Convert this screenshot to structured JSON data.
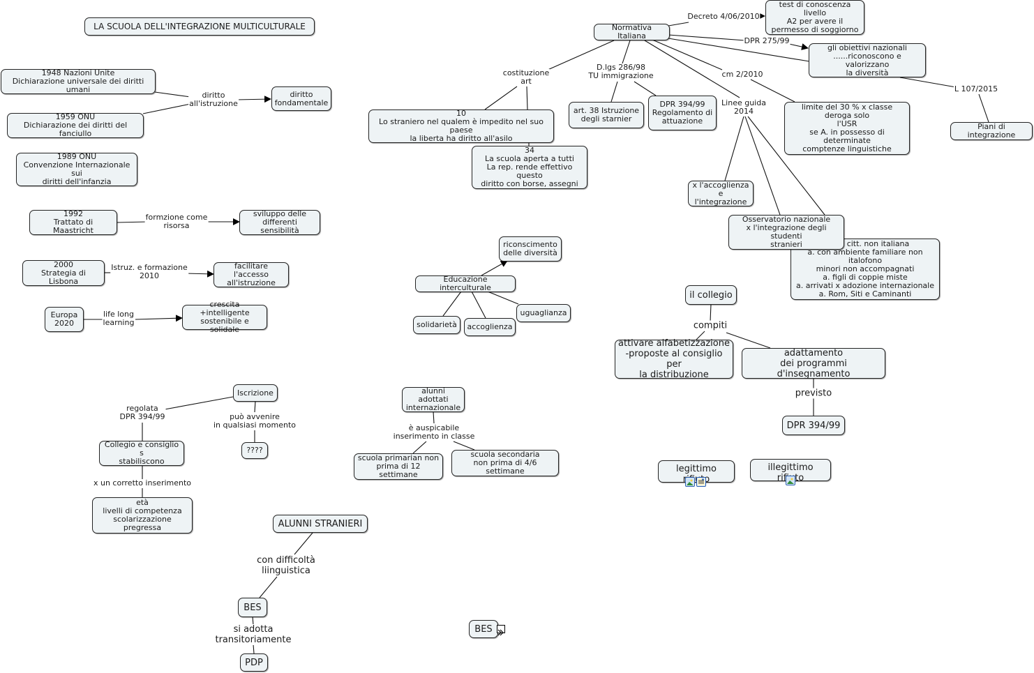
{
  "title": "LA SCUOLA DELL'INTEGRAZIONE MULTICULTURALE",
  "nodes": {
    "title": "LA SCUOLA DELL'INTEGRAZIONE MULTICULTURALE",
    "un1948": "1948 Nazioni Unite\nDichiarazione universale dei diritti umani",
    "onu1959": "1959 ONU\nDichiarazione dei diritti del fanciullo",
    "onu1989": "1989 ONU\nConvenzione Internazionale sui\ndiritti dell'infanzia",
    "diritto_fond": "diritto\nfondamentale",
    "maastricht": "1992\nTrattato di Maastricht",
    "sviluppo": "sviluppo delle\ndifferenti sensibilità",
    "lisbona": "2000\nStrategia di Lisbona",
    "facilitare": "facilitare l'accesso\nall'istruzione",
    "europa": "Europa\n2020",
    "crescita": "crescita +intelligente\nsostenibile e solidale",
    "normativa": "Normativa Italiana",
    "test": "test di conoscenza livello\nA2 per avere il\npermesso di soggiorno",
    "obiettivi": "gli obiettivi nazionali\n......riconoscono e valorizzano\nla diversità",
    "piani": "Piani di integrazione",
    "art10": "10\nLo straniero nel qualem è impedito nel suo paese\nla liberta ha diritto all'asilo",
    "art34": "34\nLa scuola aperta a tutti\nLa rep. rende effettivo questo\ndiritto con borse, assegni",
    "art38": "art. 38 Istruzione\ndegli starnier",
    "dpr394_reg": "DPR 394/99\nRegolamento di\nattuazione",
    "limite": "limite del 30 % x classe\nderoga solo\nl'USR\nse A. in possesso di determinate\ncomptenze linguistiche",
    "accoglienza_int": "x l'accoglienza\ne l'integrazione",
    "categorie": "a. con citt. non italiana\na. con ambiente familiare non italofono\nminori non accompagnati\na. figli di coppie miste\na. arrivati x adozione internazionale\na. Rom, Siti e Caminanti",
    "osservatorio": "Osservatorio nazionale\nx l'integrazione degli studenti\nstranieri",
    "riconoscimento": "riconscimento\ndelle diversità",
    "educazione": "Educazione interculturale",
    "solidarieta": "solidarietà",
    "accoglienza": "accoglienza",
    "uguaglianza": "uguaglianza",
    "collegio": "il collegio",
    "attivare": "attivare alfabetizzazione\n-proposte al consiglio per\nla distribuzione",
    "adattamento": "adattamento\ndei programmi d'insegnamento",
    "dpr394": "DPR 394/99",
    "legittimo": "legittimo rifiuto",
    "illegittimo": "illegittimo rifiuto",
    "iscrizione": "Iscrizione",
    "collegio_consiglio": "Collegio e consiglio s\nstabiliscono",
    "eta": "età\nlivelli di competenza\nscolarizzazione pregressa",
    "qqqq": "????",
    "adottati": "alunni adottati\ninternazionale",
    "primaria": "scuola primarian non\nprima di 12 settimane",
    "secondaria": "scuola secondaria\nnon prima di 4/6 settimane",
    "stranieri": "ALUNNI STRANIERI",
    "bes1": "BES",
    "pdp": "PDP",
    "bes2": "BES"
  },
  "links": {
    "diritto_istruzione": "diritto\nall'istruzione",
    "formazione_risorsa": "formzione come\nrisorsa",
    "istruz_formazione": "Istruz. e formazione\n2010",
    "life_long": "life long\nlearning",
    "decreto": "Decreto 4/06/2010",
    "dpr275": "DPR 275/99",
    "l107": "L 107/2015",
    "costituzione": "costituzione\nart",
    "dlgs": "D.lgs 286/98\nTU immigrazione",
    "cm2010": "cm 2/2010",
    "linee_guida": "Linee guida\n2014",
    "compiti": "compiti",
    "previsto": "previsto",
    "regolata": "regolata\nDPR 394/99",
    "puo_avvenire": "può avvenire\nin qualsiasi momento",
    "corretto": "x un corretto inserimento",
    "auspicabile": "è auspicabile\ninserimento in classe",
    "difficolta": "con difficoltà\nliinguistica",
    "si_adotta": "si adotta\ntransitoriamente"
  },
  "resources": {
    "legittimo": [
      "image-resource-icon",
      "document-resource-icon"
    ],
    "illegittimo": [
      "image-resource-icon"
    ],
    "bes2": [
      "nested-map-icon"
    ]
  },
  "colors": {
    "node_fill": "#eef3f5",
    "node_border": "#222222",
    "line": "#111111"
  }
}
